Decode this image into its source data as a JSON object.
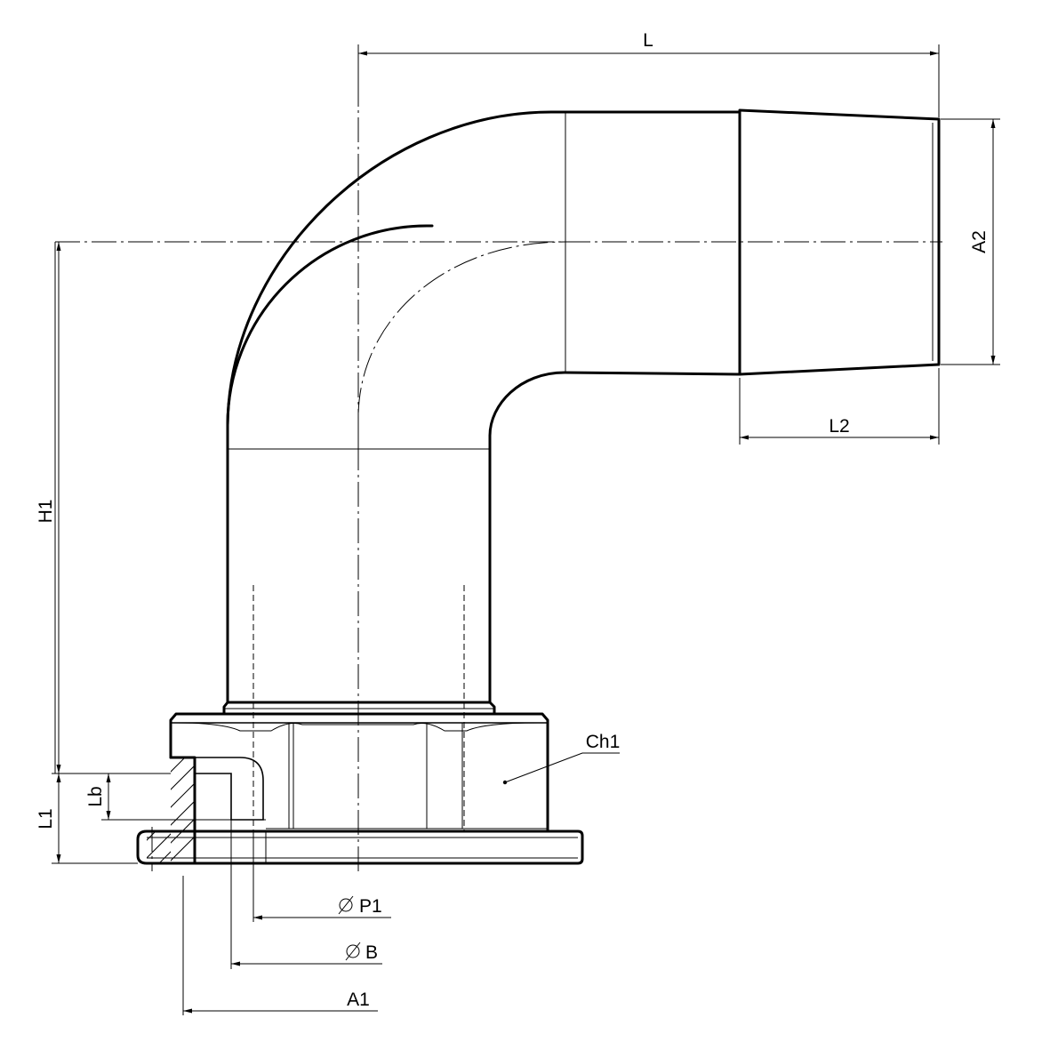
{
  "labels": {
    "L": "L",
    "L2": "L2",
    "A2": "A2",
    "H1": "H1",
    "L1": "L1",
    "Lb": "Lb",
    "Ch1": "Ch1",
    "P1": "P1",
    "B": "B",
    "A1": "A1"
  },
  "symbols": {
    "diameter": "diameter-symbol"
  }
}
